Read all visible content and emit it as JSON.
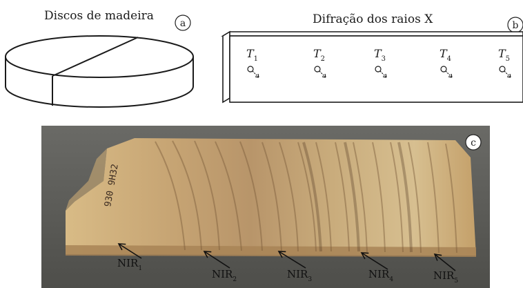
{
  "panel_a": {
    "title": "Discos de madeira",
    "badge": "a"
  },
  "panel_b": {
    "title": "Difração dos raios X",
    "badge": "b",
    "points": [
      {
        "label": "T",
        "sub": "1"
      },
      {
        "label": "T",
        "sub": "2"
      },
      {
        "label": "T",
        "sub": "3"
      },
      {
        "label": "T",
        "sub": "4"
      },
      {
        "label": "T",
        "sub": "5"
      }
    ]
  },
  "panel_c": {
    "badge": "c",
    "handwriting": "930 9H32",
    "nir_points": [
      {
        "label": "NIR",
        "sub": "1"
      },
      {
        "label": "NIR",
        "sub": "2"
      },
      {
        "label": "NIR",
        "sub": "3"
      },
      {
        "label": "NIR",
        "sub": "4"
      },
      {
        "label": "NIR",
        "sub": "5"
      }
    ]
  },
  "colors": {
    "photo_background": "#5c5c58",
    "wood_light": "#d6b884",
    "wood_dark": "#9c7a4c",
    "ring": "#7b5a3a",
    "badge_fill": "#ffffff",
    "badge_stroke": "#222222"
  }
}
